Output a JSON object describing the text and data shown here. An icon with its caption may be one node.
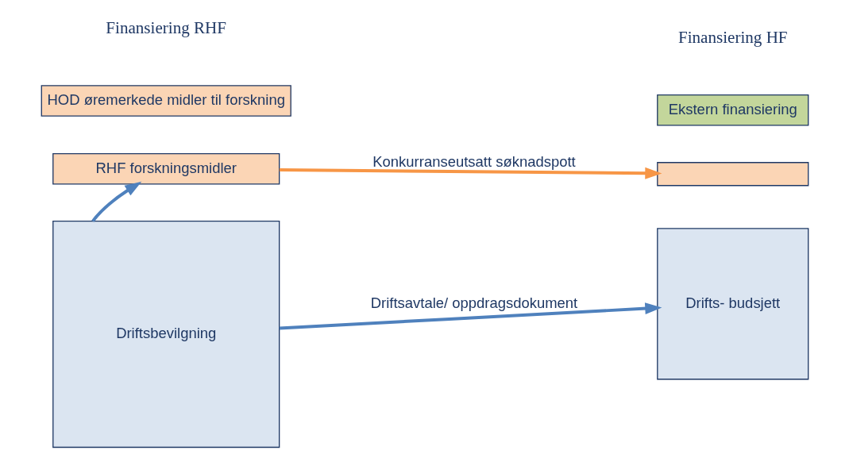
{
  "diagram": {
    "nodes": [
      {
        "text": [
          "HOD øremerkede midler til forskning"
        ]
      },
      {
        "text": [
          "RHF forskningsmidler"
        ]
      },
      {
        "text": [
          "Driftsbevilgning"
        ]
      },
      {
        "text": [
          "Ekstern finansiering"
        ]
      },
      {
        "text": [],
        "shape": "bar"
      },
      {
        "text": [
          "Drifts- budsjett"
        ]
      }
    ],
    "edges": [
      {
        "from": 2,
        "to": 1,
        "arrow": "to"
      },
      {
        "from": 1,
        "to": 4,
        "arrow": "to",
        "label": "Konkurranseutsatt søknadspott",
        "color": "#f79646"
      },
      {
        "from": 2,
        "to": 5,
        "arrow": "to",
        "label": "Driftsavtale/ oppdragsdokument"
      }
    ],
    "labels": [
      "Finansiering RHF",
      "Finansiering HF"
    ]
  }
}
